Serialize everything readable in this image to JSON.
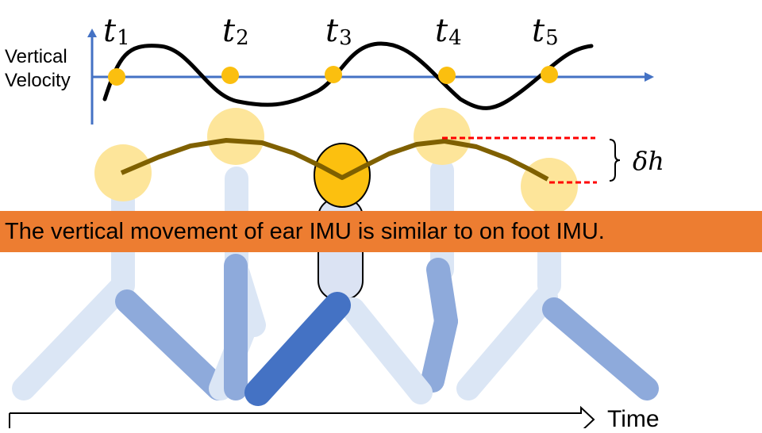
{
  "axis": {
    "vertical_label_line1": "Vertical",
    "vertical_label_line2": "Velocity"
  },
  "time_points": [
    {
      "base": "t",
      "sub": "1"
    },
    {
      "base": "t",
      "sub": "2"
    },
    {
      "base": "t",
      "sub": "3"
    },
    {
      "base": "t",
      "sub": "4"
    },
    {
      "base": "t",
      "sub": "5"
    }
  ],
  "delta_label": "δh",
  "caption": "The vertical movement of ear IMU is similar to on foot IMU.",
  "time_label": "Time",
  "colors": {
    "axis": "#4472c4",
    "dot": "#fbbf0f",
    "head_light": "#fde59a",
    "head_active": "#fcc00f",
    "body_light": "#dbe6f5",
    "leg_mid": "#8eaadb",
    "leg_dark": "#4472c4",
    "trajectory": "#7f6000",
    "reference": "#ff0000",
    "banner": "#ed7d31"
  }
}
